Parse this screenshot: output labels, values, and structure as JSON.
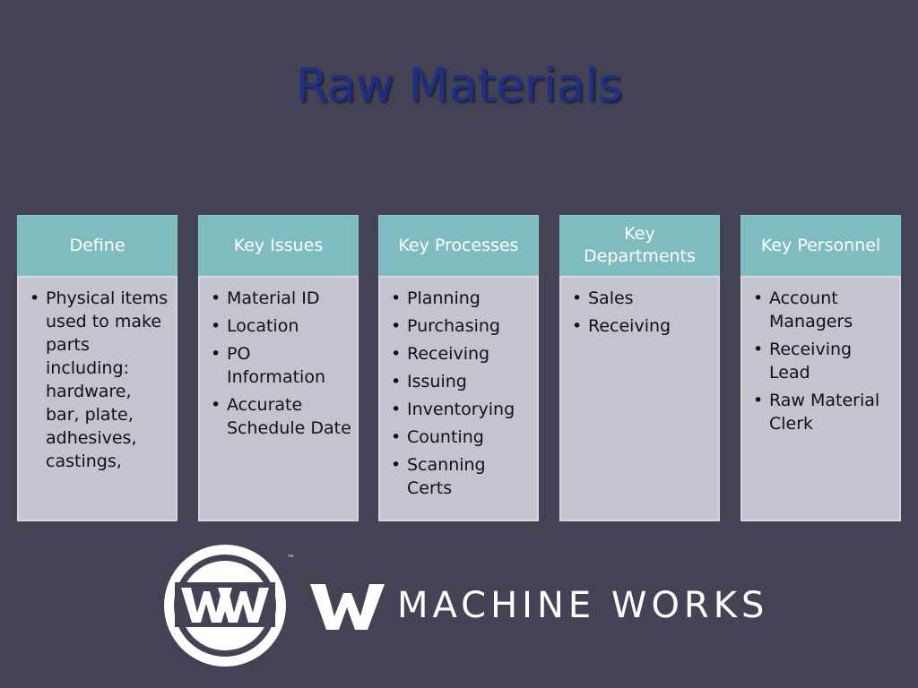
{
  "slide": {
    "title": "Raw Materials"
  },
  "columns": [
    {
      "header": "Define",
      "items": [
        "Physical items used to make parts including: hardware, bar, plate, adhesives, castings,"
      ]
    },
    {
      "header": "Key Issues",
      "items": [
        "Material ID",
        "Location",
        "PO Information",
        "Accurate Schedule Date"
      ]
    },
    {
      "header": "Key Processes",
      "items": [
        "Planning",
        "Purchasing",
        "Receiving",
        "Issuing",
        "Inventorying",
        "Counting",
        "Scanning Certs"
      ]
    },
    {
      "header": "Key Departments",
      "items": [
        "Sales",
        "Receiving"
      ]
    },
    {
      "header": "Key Personnel",
      "items": [
        "Account Managers",
        "Receiving Lead",
        "Raw Material Clerk"
      ]
    }
  ],
  "logo": {
    "emblem_letters": "WW",
    "letter": "W",
    "trademark": "™",
    "company_name": "MACHINE WORKS"
  },
  "colors": {
    "background": "#434355",
    "title": "#1e2f87",
    "header": "#7fbcbf",
    "body": "#c3c4cf"
  }
}
